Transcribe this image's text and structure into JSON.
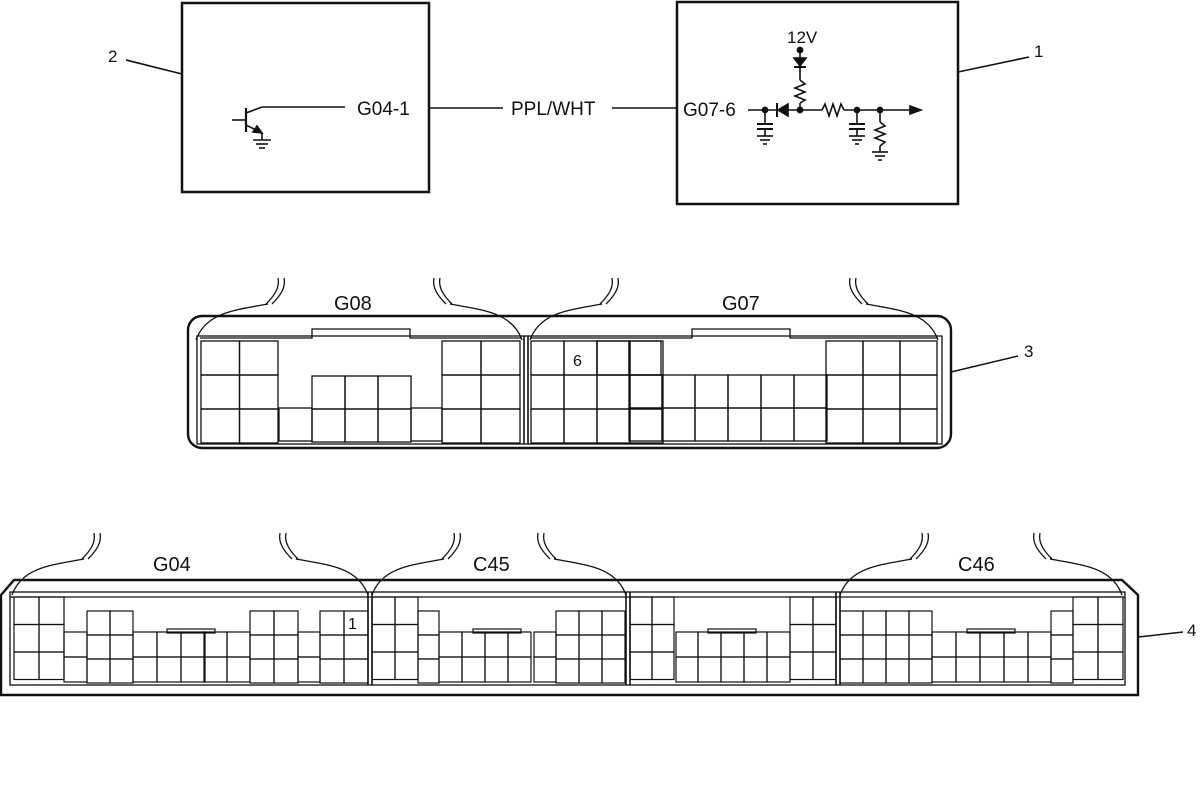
{
  "callouts": [
    "1",
    "2",
    "3",
    "4"
  ],
  "module_2": {
    "terminal": "G04-1"
  },
  "wire": {
    "color_code": "PPL/WHT"
  },
  "module_1": {
    "terminal": "G07-6",
    "supply": "12V"
  },
  "connector_3": {
    "sections": [
      "G08",
      "G07"
    ],
    "pin_label": "6"
  },
  "connector_4": {
    "sections": [
      "G04",
      "C45",
      "C46"
    ],
    "pin_label": "1"
  },
  "colors": {
    "line": "#111111",
    "background": "#ffffff"
  }
}
